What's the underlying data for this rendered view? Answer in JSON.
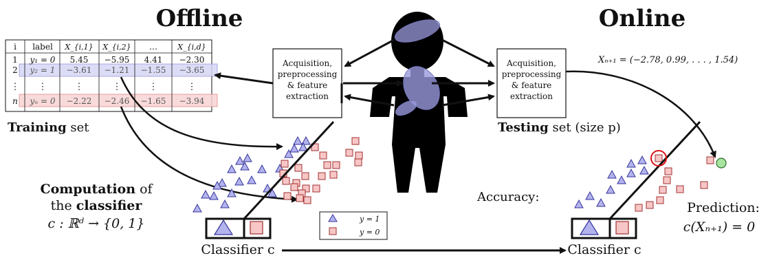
{
  "headings": {
    "offline": "Offline",
    "online": "Online"
  },
  "table": {
    "header": [
      "i",
      "label",
      "X_{i,1}",
      "X_{i,2}",
      "…",
      "X_{i,d}"
    ],
    "rows": [
      {
        "i": "1",
        "label": "y₁ = 0",
        "cells": [
          "5.45",
          "−5.95",
          "4.41",
          "−2.30"
        ],
        "highlight": "none"
      },
      {
        "i": "2",
        "label": "y₂ = 1",
        "cells": [
          "−3.61",
          "−1.21",
          "−1.55",
          "−3.65"
        ],
        "highlight": "blue"
      },
      {
        "i": "⋮",
        "label": "⋮",
        "cells": [
          "⋮",
          "⋮",
          "⋮",
          "⋮"
        ],
        "highlight": "none"
      },
      {
        "i": "n",
        "label": "yₙ = 0",
        "cells": [
          "−2.22",
          "−2.46",
          "−1.65",
          "−3.94"
        ],
        "highlight": "red"
      }
    ]
  },
  "processing_boxes": {
    "left": [
      "Acquisition,",
      "preprocessing",
      "& feature",
      "extraction"
    ],
    "right": [
      "Acquisition,",
      "preprocessing",
      "& feature",
      "extraction"
    ]
  },
  "training": {
    "bold": "Training",
    "rest": " set"
  },
  "testing": {
    "bold": "Testing",
    "rest": " set (size p)"
  },
  "computation": {
    "line1_bold": "Computation",
    "line1_rest": " of",
    "line2_pre": "the ",
    "line2_bold": "classifier",
    "line3": "c : ℝᵈ → {0, 1}"
  },
  "accuracy_label": "Accuracy:",
  "prediction": {
    "label": "Prediction:",
    "value": "c(Xₙ₊₁) = 0"
  },
  "new_sample": "Xₙ₊₁ = (−2.78, 0.99, . . . , 1.54)",
  "classifier_left": "Classifier c",
  "classifier_right": "Classifier c",
  "legend": {
    "items": [
      "y = 1",
      "y = 0"
    ]
  },
  "colors": {
    "blue_fill": "#b3b3ee",
    "blue_stroke": "#333399",
    "red_fill": "#f7c6c6",
    "red_stroke": "#a03030",
    "green_fill": "#a8e6a0",
    "highlight_circle": "#dd1111",
    "row_blue": "#d6d6f5",
    "row_red": "#f8d4d4",
    "ellipse": "#9999dd",
    "silhouette": "#000000"
  }
}
